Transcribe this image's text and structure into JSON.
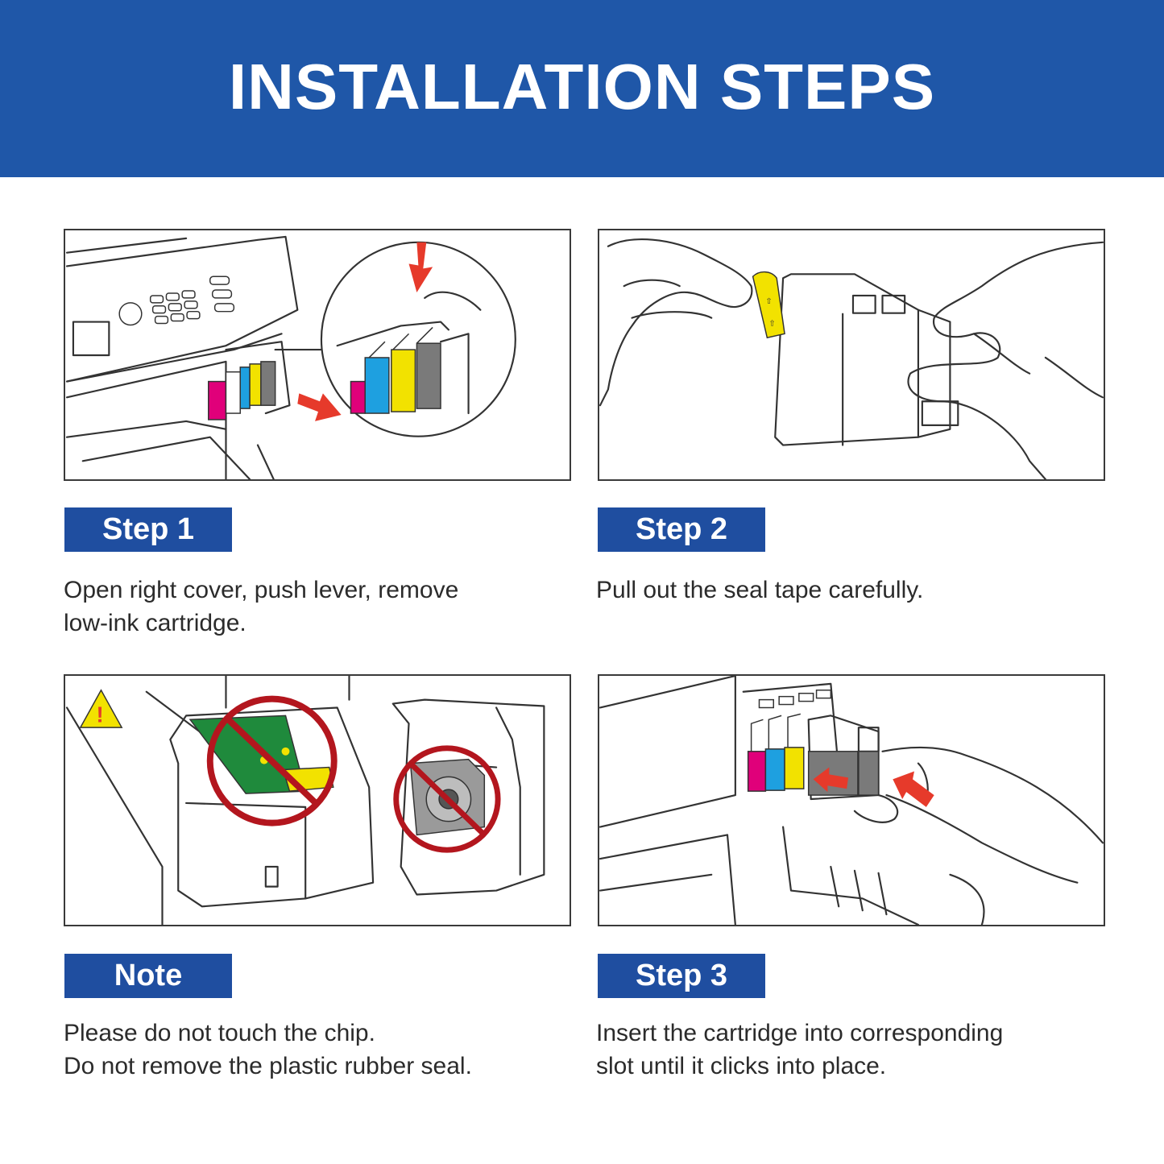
{
  "header": {
    "title": "INSTALLATION STEPS"
  },
  "colors": {
    "header_bg": "#1f57a8",
    "badge_bg": "#1f4ea0",
    "arrow": "#e63a2b",
    "prohibit": "#b3161e",
    "chip": "#1f8a3c",
    "magenta": "#e0007a",
    "cyan": "#1ea0e0",
    "yellow": "#f2e200",
    "black_ink": "#7a7a7a"
  },
  "steps": [
    {
      "badge": "Step 1",
      "lines": [
        "Open right cover, push lever, remove",
        "low-ink cartridge."
      ],
      "illustration": "printer-open-cover"
    },
    {
      "badge": "Step 2",
      "lines": [
        "Pull out the seal tape carefully."
      ],
      "illustration": "hands-pull-seal-tape"
    },
    {
      "badge": "Note",
      "lines": [
        "Please do not touch the chip.",
        "Do not remove the plastic rubber seal."
      ],
      "illustration": "do-not-touch-chip"
    },
    {
      "badge": "Step 3",
      "lines": [
        "Insert the cartridge into corresponding",
        "slot until it clicks into place."
      ],
      "illustration": "insert-cartridge"
    }
  ]
}
